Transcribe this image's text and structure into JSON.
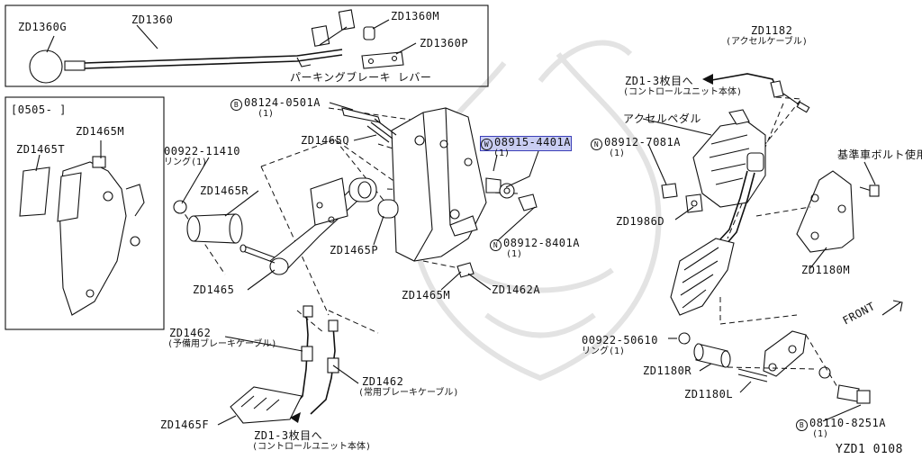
{
  "diagram": {
    "footer_code": "YZD1 0108",
    "inset_top": {
      "parts": {
        "zd1360g": "ZD1360G",
        "zd1360": "ZD1360",
        "zd1360m": "ZD1360M",
        "zd1360p": "ZD1360P"
      },
      "caption": "パーキングブレーキ レバー"
    },
    "inset_left": {
      "date_range": "[0505-  ]",
      "parts": {
        "zd1465m": "ZD1465M",
        "zd1465t": "ZD1465T"
      }
    },
    "callouts": {
      "bolt_08124": {
        "prefix": "B",
        "number": "08124-0501A",
        "qty": "(1)"
      },
      "zd1465q": "ZD1465Q",
      "washer_08915": {
        "prefix": "W",
        "number": "08915-4401A",
        "qty": "(1)"
      },
      "ring_00922_11410": {
        "number": "00922-11410",
        "note": "リング(1)"
      },
      "zd1465r": "ZD1465R",
      "zd1465p": "ZD1465P",
      "nut_08912_8401": {
        "prefix": "N",
        "number": "08912-8401A",
        "qty": "(1)"
      },
      "zd1465": "ZD1465",
      "zd1465m": "ZD1465M",
      "zd1462a": "ZD1462A",
      "zd1462_spare": {
        "number": "ZD1462",
        "note": "(予備用ブレーキケーブル)"
      },
      "zd1462_main": {
        "number": "ZD1462",
        "note": "(常用ブレーキケーブル)"
      },
      "zd1465f": "ZD1465F",
      "ref_bottom": {
        "line1": "ZD1-3枚目へ",
        "line2": "(コントロールユニット本体)"
      },
      "zd1182": {
        "number": "ZD1182",
        "note": "(アクセルケーブル)"
      },
      "ref_top": {
        "line1": "ZD1-3枚目へ",
        "line2": "(コントロールユニット本体)"
      },
      "accel_pedal": "アクセルペダル",
      "nut_08912_7081": {
        "prefix": "N",
        "number": "08912-7081A",
        "qty": "(1)"
      },
      "base_bolt": "基準車ボルト使用",
      "zd1986d": "ZD1986D",
      "zd1180m": "ZD1180M",
      "front": "FRONT",
      "ring_00922_50610": {
        "number": "00922-50610",
        "note": "リング(1)"
      },
      "zd1180r": "ZD1180R",
      "zd1180l": "ZD1180L",
      "bolt_08110": {
        "prefix": "B",
        "number": "08110-8251A",
        "qty": "(1)"
      }
    }
  }
}
